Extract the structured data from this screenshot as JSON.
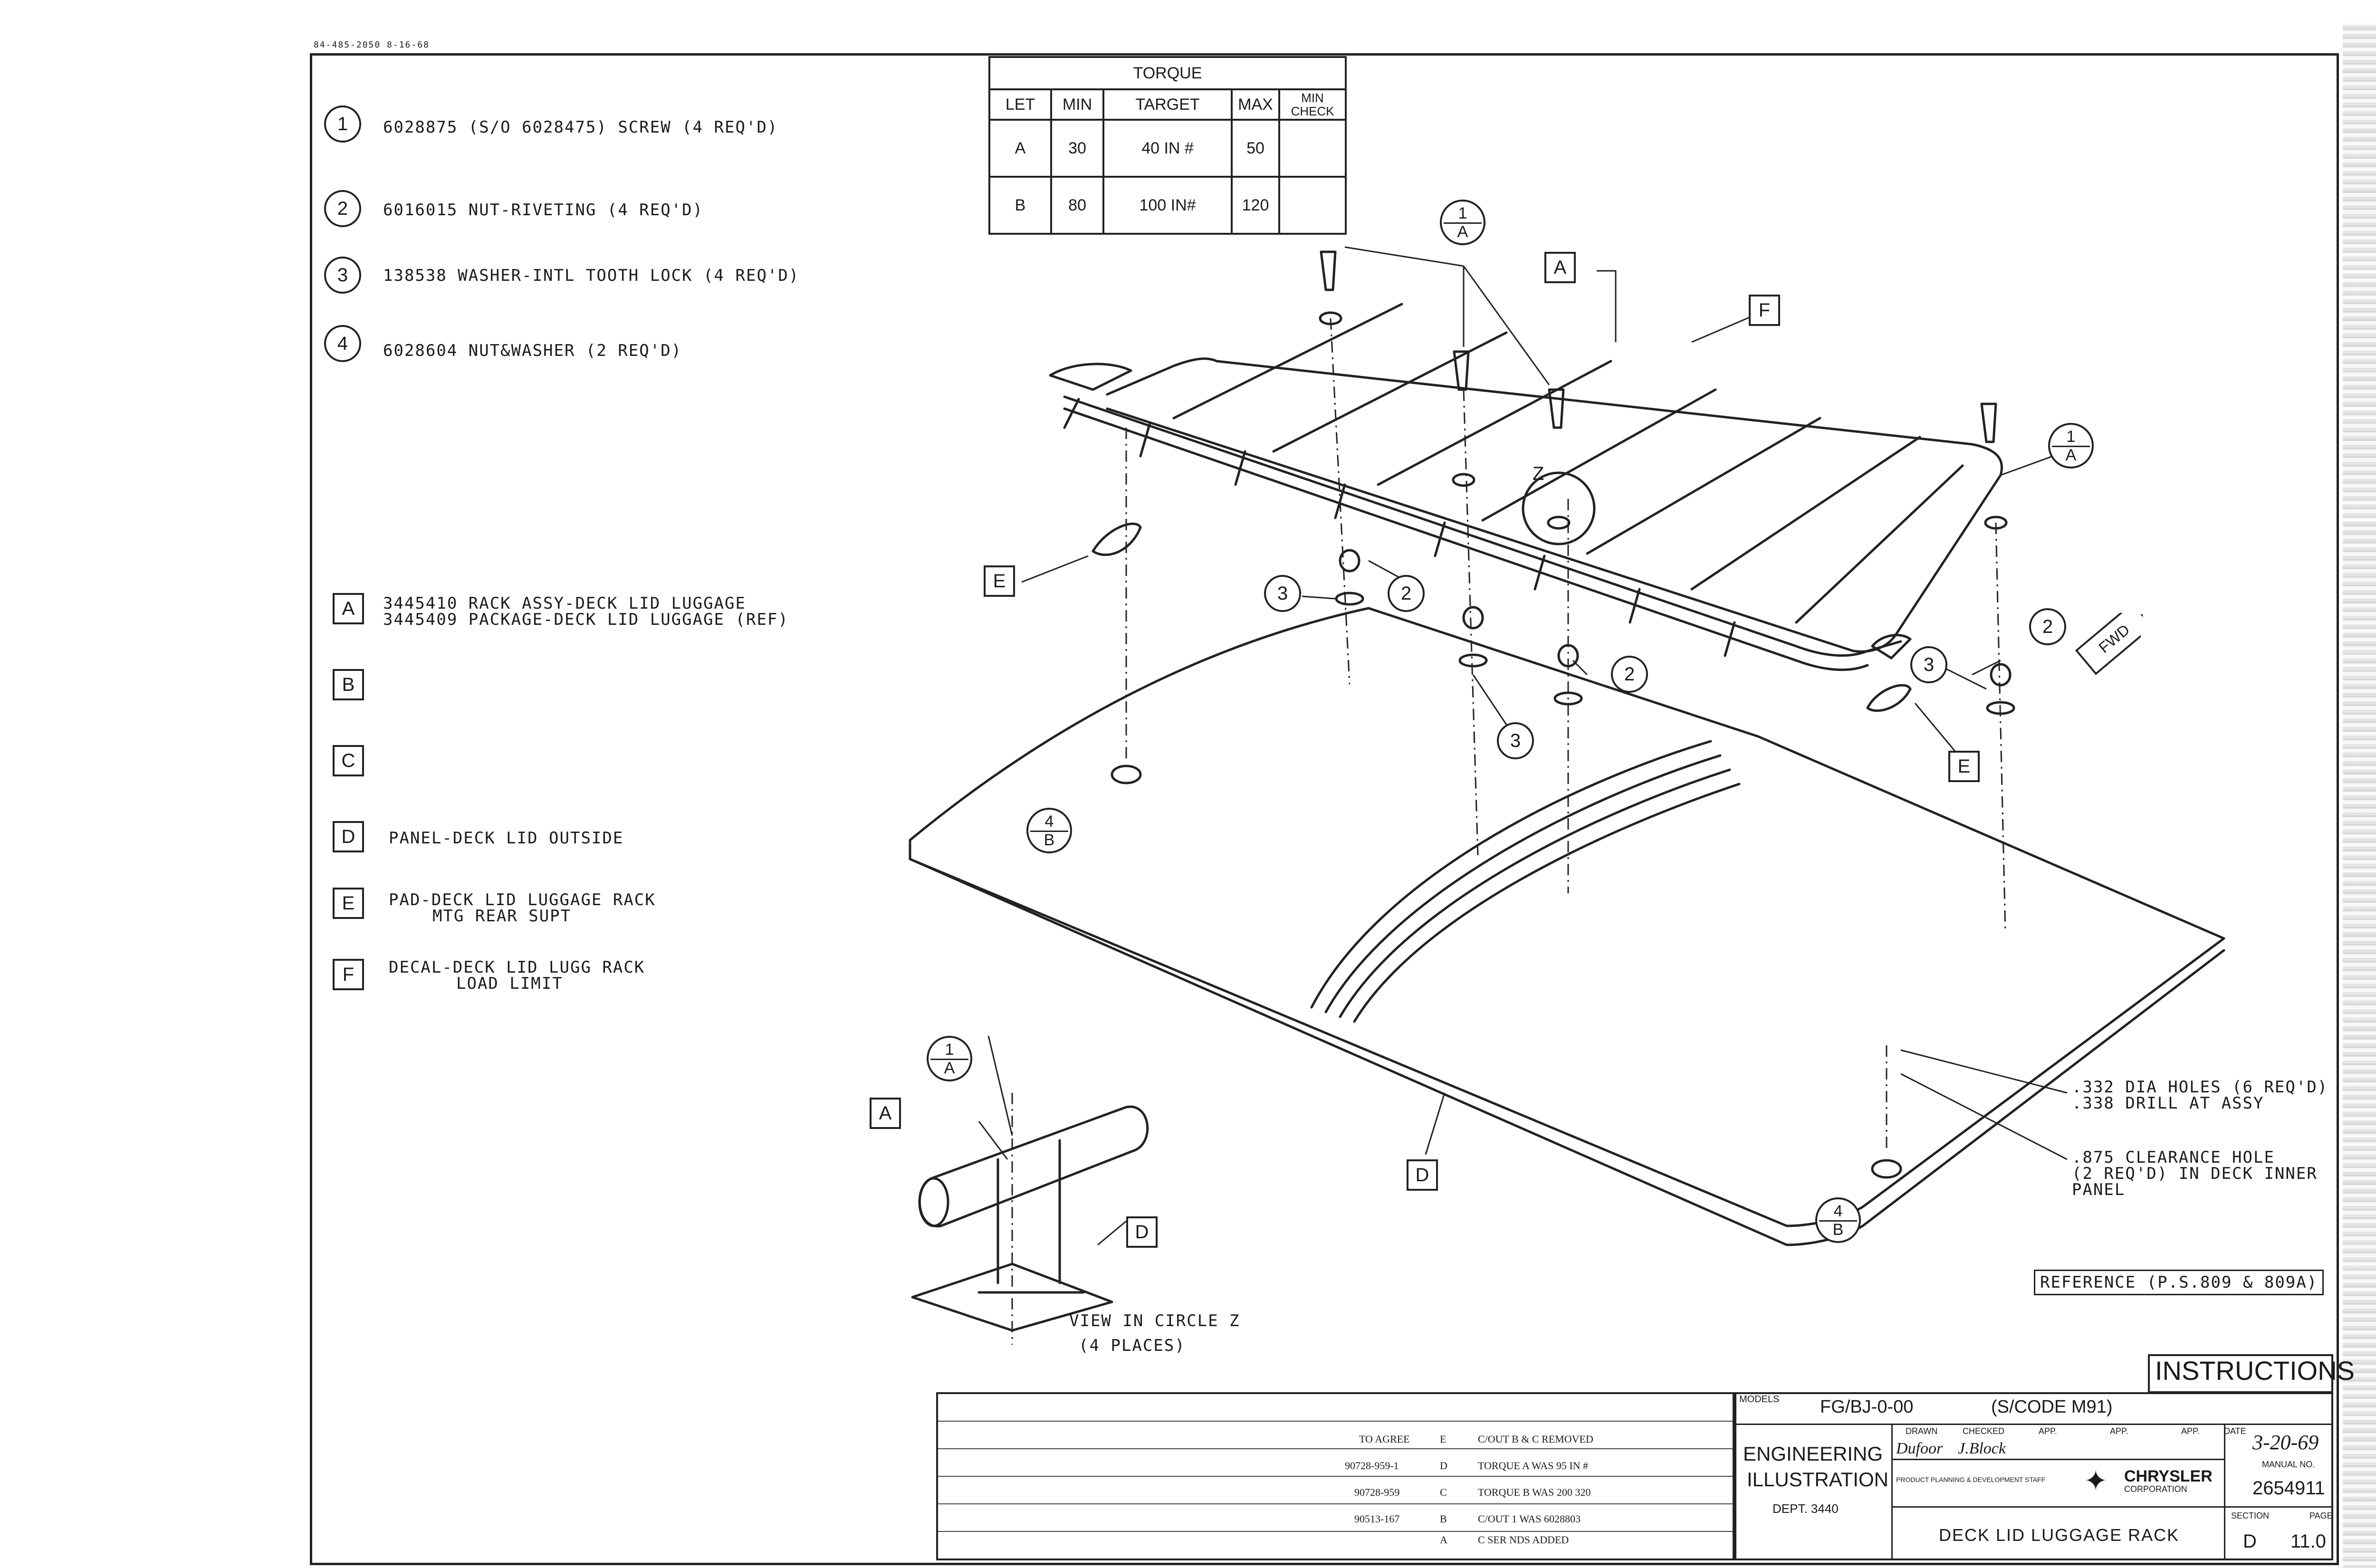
{
  "doc_number": "84-485-2050 8-16-68",
  "parts": [
    {
      "num": "1",
      "text": "6028875 (S/O 6028475) SCREW (4 REQ'D)"
    },
    {
      "num": "2",
      "text": "6016015 NUT-RIVETING (4 REQ'D)"
    },
    {
      "num": "3",
      "text": "138538 WASHER-INTL TOOTH LOCK (4 REQ'D)"
    },
    {
      "num": "4",
      "text": "6028604 NUT&WASHER (2 REQ'D)"
    }
  ],
  "legend": [
    {
      "letter": "A",
      "line1": "3445410 RACK ASSY-DECK LID LUGGAGE",
      "line2": "3445409 PACKAGE-DECK LID LUGGAGE (REF)"
    },
    {
      "letter": "B",
      "line1": "",
      "line2": ""
    },
    {
      "letter": "C",
      "line1": "",
      "line2": ""
    },
    {
      "letter": "D",
      "line1": "PANEL-DECK LID OUTSIDE",
      "line2": ""
    },
    {
      "letter": "E",
      "line1": "PAD-DECK LID LUGGAGE RACK",
      "line2": "MTG REAR SUPT"
    },
    {
      "letter": "F",
      "line1": "DECAL-DECK LID LUGG RACK",
      "line2": "LOAD LIMIT"
    }
  ],
  "torque": {
    "title": "TORQUE",
    "headers": [
      "LET",
      "MIN",
      "TARGET",
      "MAX",
      "MIN CHECK"
    ],
    "rows": [
      {
        "let": "A",
        "min": "30",
        "target": "40 IN #",
        "max": "50",
        "check": ""
      },
      {
        "let": "B",
        "min": "80",
        "target": "100 IN#",
        "max": "120",
        "check": ""
      }
    ]
  },
  "callouts": {
    "one": "1",
    "a": "A",
    "four": "4",
    "b": "B",
    "two": "2",
    "three": "3",
    "z": "Z",
    "letter_a": "A",
    "letter_d": "D",
    "letter_e": "E",
    "letter_f": "F"
  },
  "fwd": "FWD",
  "notes": {
    "holes_1": ".332 DIA HOLES (6 REQ'D)",
    "holes_2": ".338 DRILL AT ASSY",
    "clear_1": ".875 CLEARANCE HOLE",
    "clear_2": "(2 REQ'D) IN DECK INNER",
    "clear_3": "PANEL",
    "view_1": "VIEW IN CIRCLE Z",
    "view_2": "(4 PLACES)",
    "reference": "REFERENCE (P.S.809 & 809A)"
  },
  "revisions": [
    {
      "c1": "TO AGREE",
      "c2": "E",
      "c3": "C/OUT B & C REMOVED"
    },
    {
      "c1": "90728-959-1",
      "c2": "D",
      "c3": "TORQUE A WAS 95 IN #"
    },
    {
      "c1": "90728-959",
      "c2": "C",
      "c3": "TORQUE B WAS 200 320"
    },
    {
      "c1": "90513-167",
      "c2": "B",
      "c3": "C/OUT 1 WAS 6028803"
    },
    {
      "c1": "",
      "c2": "A",
      "c3": "C SER NDS ADDED"
    }
  ],
  "title_block": {
    "instructions": "INSTRUCTIONS",
    "models_label": "MODELS",
    "models": "FG/BJ-0-00",
    "scode": "(S/CODE M91)",
    "eng1": "ENGINEERING",
    "eng2": "ILLUSTRATION",
    "dept": "DEPT. 3440",
    "drawn_label": "DRAWN",
    "drawn": "Dufoor",
    "checked_label": "CHECKED",
    "checked": "J.Block",
    "app_label": "APP.",
    "date_label": "DATE",
    "date": "3-20-69",
    "staff": "PRODUCT PLANNING & DEVELOPMENT STAFF",
    "brand": "CHRYSLER",
    "brand_sub": "CORPORATION",
    "manual_label": "MANUAL NO.",
    "manual": "2654911",
    "title": "DECK LID LUGGAGE RACK",
    "section_label": "SECTION",
    "page_label": "PAGE",
    "section": "D",
    "page": "11.0"
  }
}
